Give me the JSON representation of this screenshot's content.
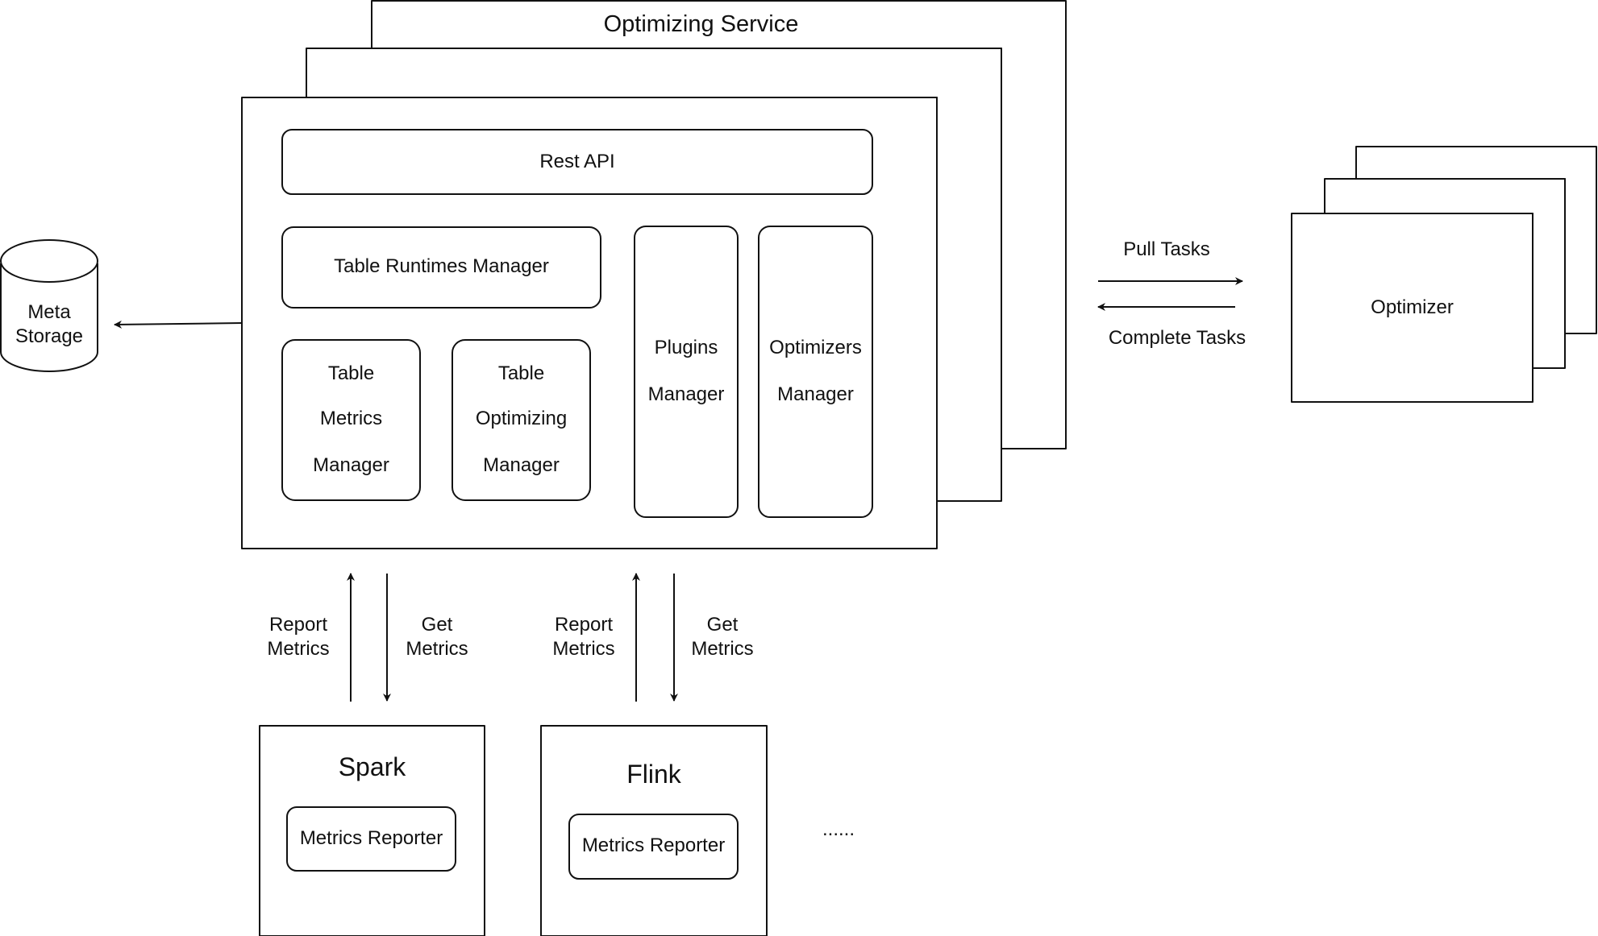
{
  "diagram": {
    "service_title": "Optimizing Service",
    "rest_api": "Rest API",
    "table_runtimes_manager": "Table Runtimes Manager",
    "table_metrics_manager": [
      "Table",
      "Metrics",
      "Manager"
    ],
    "table_optimizing_manager": [
      "Table",
      "Optimizing",
      "Manager"
    ],
    "plugins_manager": [
      "Plugins",
      "Manager"
    ],
    "optimizers_manager": [
      "Optimizers",
      "Manager"
    ],
    "meta_storage": [
      "Meta",
      "Storage"
    ],
    "optimizer": "Optimizer",
    "pull_tasks": "Pull Tasks",
    "complete_tasks": "Complete Tasks",
    "report_metrics": [
      "Report",
      "Metrics"
    ],
    "get_metrics": [
      "Get",
      "Metrics"
    ],
    "spark": "Spark",
    "flink": "Flink",
    "metrics_reporter": "Metrics Reporter",
    "ellipsis": "......"
  }
}
